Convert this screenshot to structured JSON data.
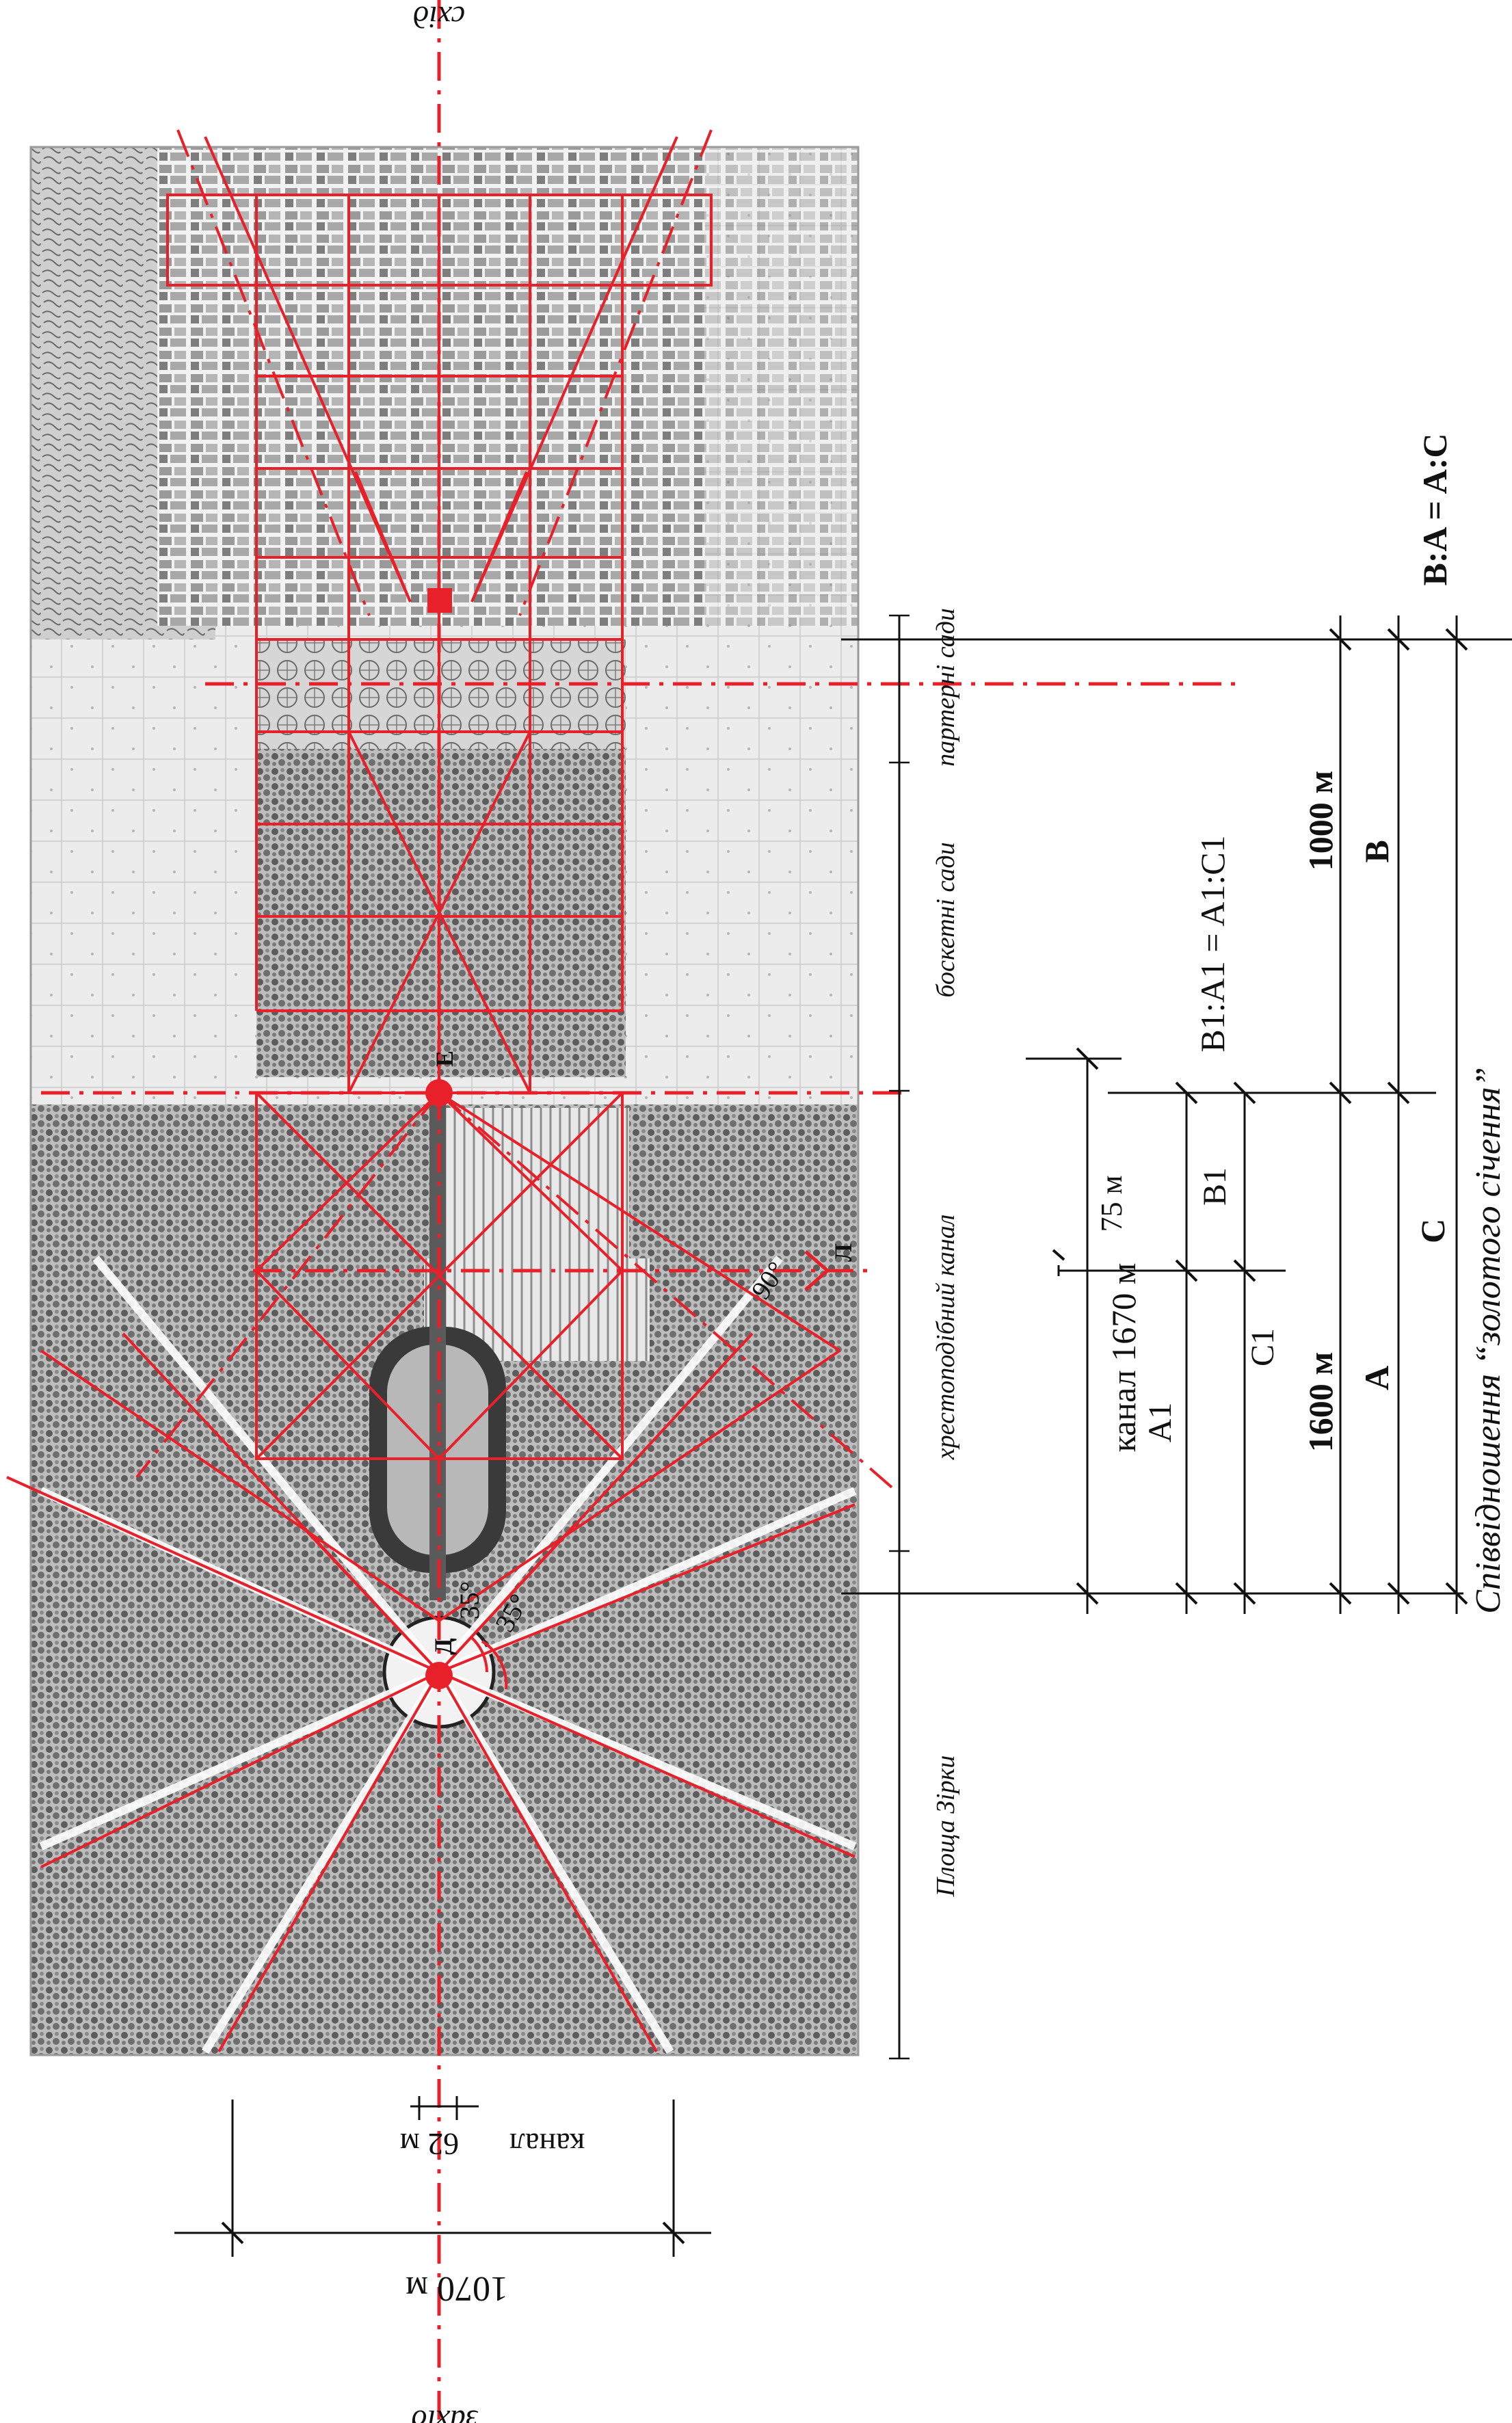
{
  "orientation": {
    "east": "схід",
    "west": "захід"
  },
  "zones": {
    "parterre": "партерні сади",
    "bosquet": "боскетні сади",
    "canal": "хрестоподібний канал",
    "star": "Площа Зірки"
  },
  "left_measures": {
    "canal_length": "канал 1670 м",
    "cross_width": "75 м",
    "B1": "B1",
    "C1": "C1",
    "A1": "A1",
    "ratio": "B1:A1 = A1:C1"
  },
  "right_measures": {
    "len_1000": "1000 м",
    "len_1600": "1600 м",
    "B": "B",
    "A": "A",
    "C": "C",
    "ratio": "B:A = A:C",
    "caption": "Співвідношення “золотого січення”"
  },
  "bottom_measures": {
    "width_1070": "1070 м",
    "canal_label": "канал",
    "canal_width": "62 м"
  },
  "markers": {
    "point_e": "E",
    "point_d": "Д",
    "point_j": "Л",
    "angle_90": "90°",
    "angle_35_a": "35°",
    "angle_35_b": "35°"
  },
  "colors": {
    "construction": "#e8202a",
    "ink": "#111111",
    "map_base": "#e9e9e9"
  }
}
